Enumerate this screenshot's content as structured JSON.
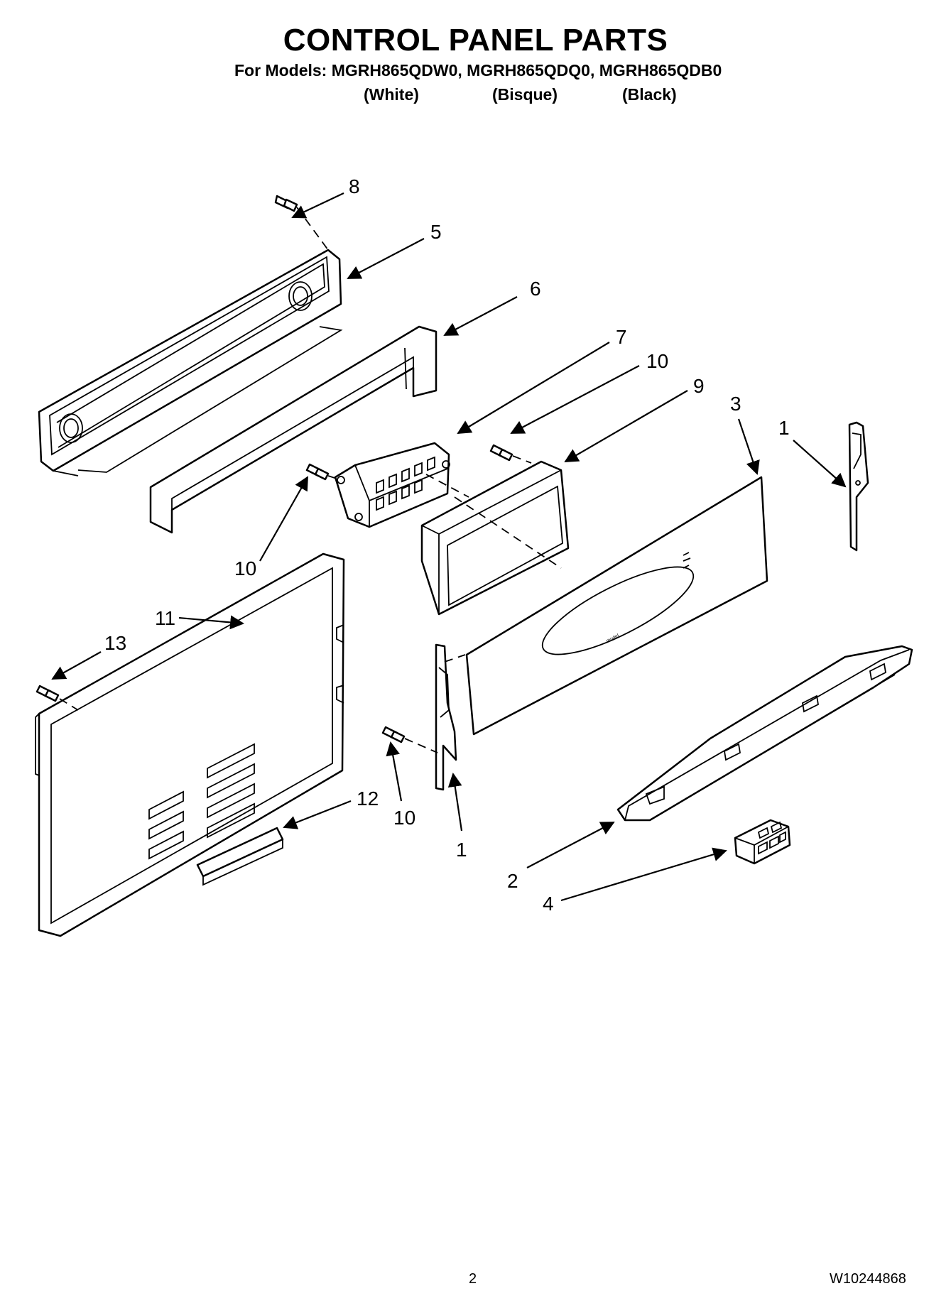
{
  "header": {
    "title": "CONTROL PANEL PARTS",
    "models_line": "For Models: MGRH865QDW0, MGRH865QDQ0, MGRH865QDB0",
    "variants": [
      "(White)",
      "(Bisque)",
      "(Black)"
    ]
  },
  "callouts": {
    "c8": "8",
    "c5": "5",
    "c6": "6",
    "c7": "7",
    "c10a": "10",
    "c9": "9",
    "c3": "3",
    "c1a": "1",
    "c10b": "10",
    "c11": "11",
    "c13": "13",
    "c12": "12",
    "c10c": "10",
    "c1b": "1",
    "c2": "2",
    "c4": "4"
  },
  "footer": {
    "page_number": "2",
    "doc_number": "W10244868"
  }
}
